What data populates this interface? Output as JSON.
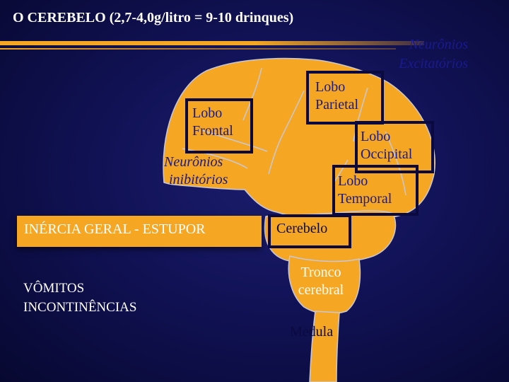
{
  "title": "O CEREBELO (2,7-4,0g/litro = 9-10 drinques)",
  "colors": {
    "brain_fill": "#f5a623",
    "brain_stroke": "#c8c8d8",
    "label_blue": "#1a1a80",
    "background": "#111256",
    "box_border": "#0a0a40"
  },
  "diagram": {
    "excitatory": [
      "Neurônios",
      "Excitatórios"
    ],
    "inhibitory": [
      "Neurônios",
      "inibitórios"
    ],
    "lobes": {
      "frontal": [
        "Lobo",
        "Frontal"
      ],
      "parietal": [
        "Lobo",
        "Parietal"
      ],
      "occipital": [
        "Lobo",
        "Occipital"
      ],
      "temporal": [
        "Lobo",
        "Temporal"
      ]
    },
    "cerebellum": "Cerebelo",
    "brainstem": [
      "Tronco",
      "cerebral"
    ],
    "medulla": "Medula",
    "effect_inertia": "INÉRCIA GERAL - ESTUPOR",
    "effect_vomit": [
      "VÔMITOS",
      "INCONTINÊNCIAS"
    ]
  }
}
